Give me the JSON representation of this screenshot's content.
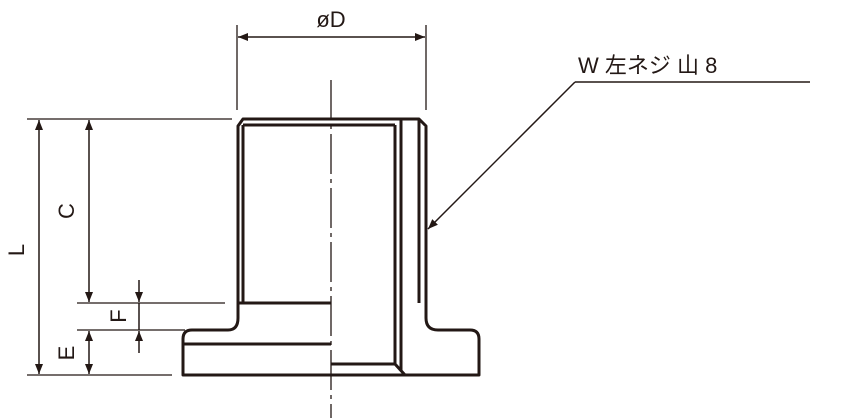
{
  "labels": {
    "diameter": "øD",
    "thread_note": "W 左ネジ 山 8",
    "length": "L",
    "thread_length": "C",
    "groove_height": "F",
    "flange_thickness": "E"
  },
  "colors": {
    "line": "#231815",
    "background": "#ffffff"
  }
}
